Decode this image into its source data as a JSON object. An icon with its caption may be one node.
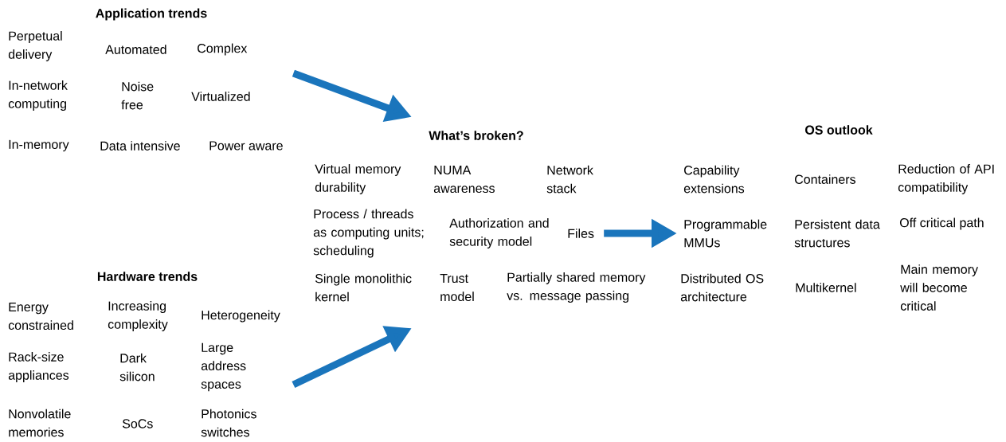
{
  "diagram": {
    "nodes": [
      {
        "text": [
          "Application trends"
        ]
      },
      {
        "text": [
          "Perpetual delivery"
        ],
        "in": 0
      },
      {
        "text": [
          "Automated"
        ],
        "in": 0
      },
      {
        "text": [
          "Complex"
        ],
        "in": 0
      },
      {
        "text": [
          "In-network computing"
        ],
        "in": 0
      },
      {
        "text": [
          "Noise free"
        ],
        "in": 0
      },
      {
        "text": [
          "Virtualized"
        ],
        "in": 0
      },
      {
        "text": [
          "In-memory"
        ],
        "in": 0
      },
      {
        "text": [
          "Data intensive"
        ],
        "in": 0
      },
      {
        "text": [
          "Power aware"
        ],
        "in": 0
      },
      {
        "text": [
          "Hardware trends"
        ]
      },
      {
        "text": [
          "Energy constrained"
        ],
        "in": 10
      },
      {
        "text": [
          "Increasing complexity"
        ],
        "in": 10
      },
      {
        "text": [
          "Heterogeneity"
        ],
        "in": 10
      },
      {
        "text": [
          "Rack-size appliances"
        ],
        "in": 10
      },
      {
        "text": [
          "Dark silicon"
        ],
        "in": 10
      },
      {
        "text": [
          "Large address spaces"
        ],
        "in": 10
      },
      {
        "text": [
          "Nonvolatile memories"
        ],
        "in": 10
      },
      {
        "text": [
          "SoCs"
        ],
        "in": 10
      },
      {
        "text": [
          "Photonics switches"
        ],
        "in": 10
      },
      {
        "text": [
          "What’s broken?"
        ]
      },
      {
        "text": [
          "Virtual memory durability"
        ],
        "in": 20
      },
      {
        "text": [
          "NUMA awareness"
        ],
        "in": 20
      },
      {
        "text": [
          "Network stack"
        ],
        "in": 20
      },
      {
        "text": [
          "Process / threads as computing units; scheduling"
        ],
        "in": 20
      },
      {
        "text": [
          "Authorization and security model"
        ],
        "in": 20
      },
      {
        "text": [
          "Files"
        ],
        "in": 20
      },
      {
        "text": [
          "Single monolithic kernel"
        ],
        "in": 20
      },
      {
        "text": [
          "Trust model"
        ],
        "in": 20
      },
      {
        "text": [
          "Partially shared memory vs. message passing"
        ],
        "in": 20
      },
      {
        "text": [
          "OS outlook"
        ]
      },
      {
        "text": [
          "Capability extensions"
        ],
        "in": 30
      },
      {
        "text": [
          "Containers"
        ],
        "in": 30
      },
      {
        "text": [
          "Reduction of API compatibility"
        ],
        "in": 30
      },
      {
        "text": [
          "Programmable MMUs"
        ],
        "in": 30
      },
      {
        "text": [
          "Persistent data structures"
        ],
        "in": 30
      },
      {
        "text": [
          "Off critical path"
        ],
        "in": 30
      },
      {
        "text": [
          "Distributed OS architecture"
        ],
        "in": 30
      },
      {
        "text": [
          "Multikernel"
        ],
        "in": 30
      },
      {
        "text": [
          "Main memory will become critical"
        ],
        "in": 30
      }
    ],
    "edges": [
      {
        "from": 0,
        "to": 20,
        "arrow": "to"
      },
      {
        "from": 10,
        "to": 20,
        "arrow": "to"
      },
      {
        "from": 26,
        "to": 34,
        "arrow": "to"
      }
    ]
  }
}
